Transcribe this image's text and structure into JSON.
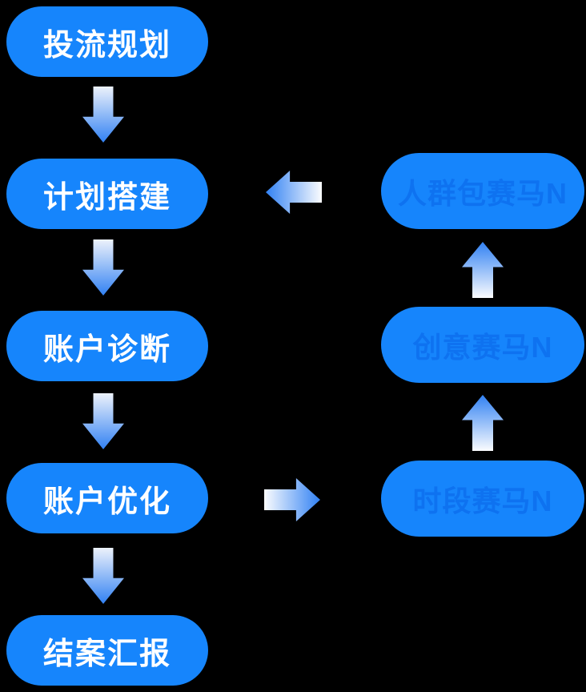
{
  "diagram": {
    "type": "flowchart",
    "left_column": [
      {
        "label": "投流规划"
      },
      {
        "label": "计划搭建"
      },
      {
        "label": "账户诊断"
      },
      {
        "label": "账户优化"
      },
      {
        "label": "结案汇报"
      }
    ],
    "right_column": [
      {
        "label": "人群包赛马N"
      },
      {
        "label": "创意赛马N"
      },
      {
        "label": "时段赛马N"
      }
    ],
    "connections": [
      {
        "from": "投流规划",
        "to": "计划搭建",
        "direction": "down"
      },
      {
        "from": "计划搭建",
        "to": "账户诊断",
        "direction": "down"
      },
      {
        "from": "账户诊断",
        "to": "账户优化",
        "direction": "down"
      },
      {
        "from": "账户优化",
        "to": "结案汇报",
        "direction": "down"
      },
      {
        "from": "账户优化",
        "to": "时段赛马N",
        "direction": "right"
      },
      {
        "from": "时段赛马N",
        "to": "创意赛马N",
        "direction": "up"
      },
      {
        "from": "创意赛马N",
        "to": "人群包赛马N",
        "direction": "up"
      },
      {
        "from": "人群包赛马N",
        "to": "计划搭建",
        "direction": "left"
      }
    ]
  },
  "colors": {
    "background": "#000000",
    "pill_blue": "#1685FC",
    "left_text": "#FFFFFF",
    "right_text": "#0E72F0",
    "arrow_blue": "#3181F3",
    "arrow_light": "#EDF2FB",
    "arrow_white": "#FBFCFE"
  }
}
